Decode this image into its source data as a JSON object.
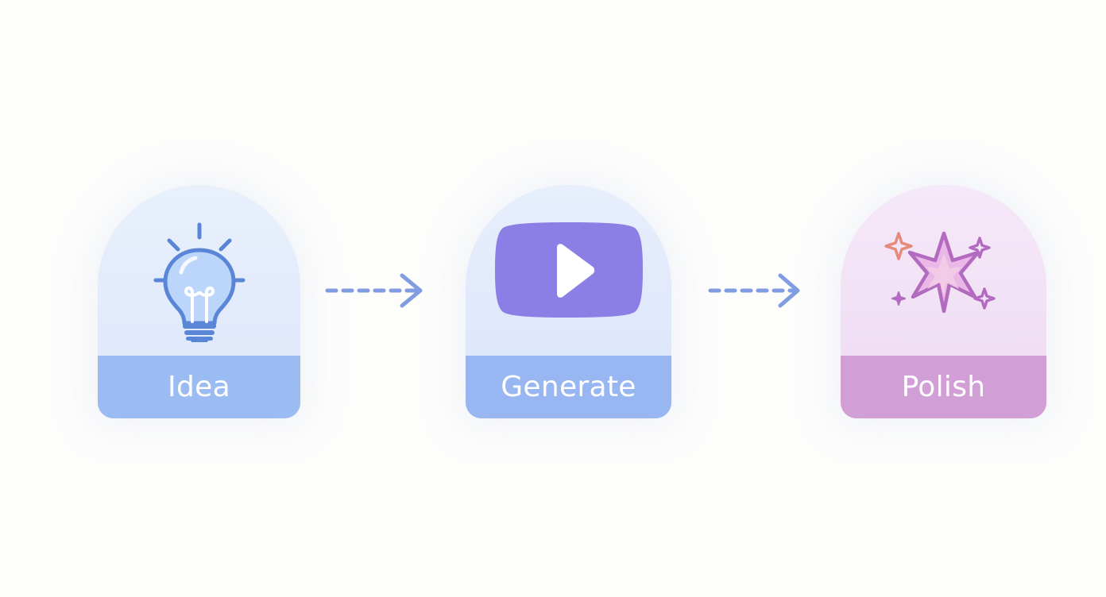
{
  "steps": [
    {
      "label": "Idea",
      "icon": "lightbulb-icon"
    },
    {
      "label": "Generate",
      "icon": "play-video-icon"
    },
    {
      "label": "Polish",
      "icon": "sparkle-icon"
    }
  ],
  "connectors": [
    {
      "from": "Idea",
      "to": "Generate",
      "style": "dashed-arrow"
    },
    {
      "from": "Generate",
      "to": "Polish",
      "style": "dashed-arrow"
    }
  ],
  "colors": {
    "background": "#fdfdfc",
    "idea_band": "#9bbcf3",
    "generate_band": "#98b6f1",
    "polish_band": "#d19ed6",
    "arrow": "#7f9de0",
    "play_button": "#8b7ee4",
    "bulb_stroke": "#5a86d8",
    "sparkle_stroke": "#b36bc0"
  }
}
